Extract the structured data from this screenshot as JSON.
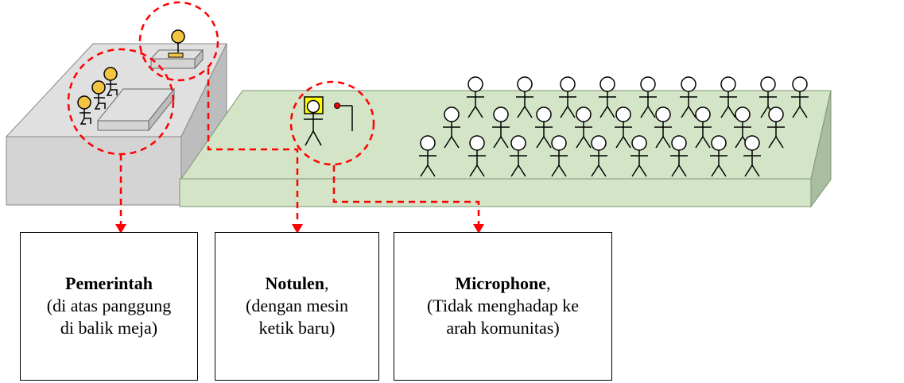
{
  "labels": {
    "pemerintah": {
      "title": "Pemerintah",
      "suffix": "",
      "line1": "(di atas panggung",
      "line2": "di balik meja)"
    },
    "notulen": {
      "title": "Notulen",
      "suffix": ",",
      "line1": "(dengan mesin",
      "line2": "ketik baru)"
    },
    "microphone": {
      "title": "Microphone",
      "suffix": ",",
      "line1": "(Tidak menghadap ke",
      "line2": "arah komunitas)"
    }
  },
  "colors": {
    "stage_top": "#e0e0e0",
    "stage_front": "#d4d4d4",
    "stage_side": "#bdbdbd",
    "floor_top": "#d3e5c6",
    "floor_front": "#d3e5c6",
    "floor_side": "#a9bea0",
    "official_head": "#f5c542",
    "notulen_head": "#ffff00",
    "dashed_red": "#ff0000",
    "figure_stroke": "#000000"
  }
}
